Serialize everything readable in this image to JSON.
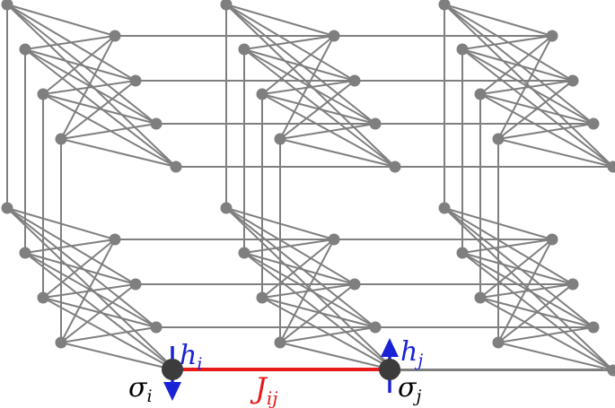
{
  "diagram": {
    "colors": {
      "graph": "#7f7f7f",
      "highlight_node": "#3c3c3c",
      "coupling": "#e8191a",
      "field": "#1a22d6",
      "spin_label": "#000000"
    },
    "spin_i": {
      "symbol": "σ",
      "subscript": "i",
      "spin": "down"
    },
    "spin_j": {
      "symbol": "σ",
      "subscript": "j",
      "spin": "up"
    },
    "field_i": {
      "symbol": "h",
      "subscript": "i"
    },
    "field_j": {
      "symbol": "h",
      "subscript": "j"
    },
    "coupling": {
      "symbol": "J",
      "subscript": "ij"
    }
  }
}
